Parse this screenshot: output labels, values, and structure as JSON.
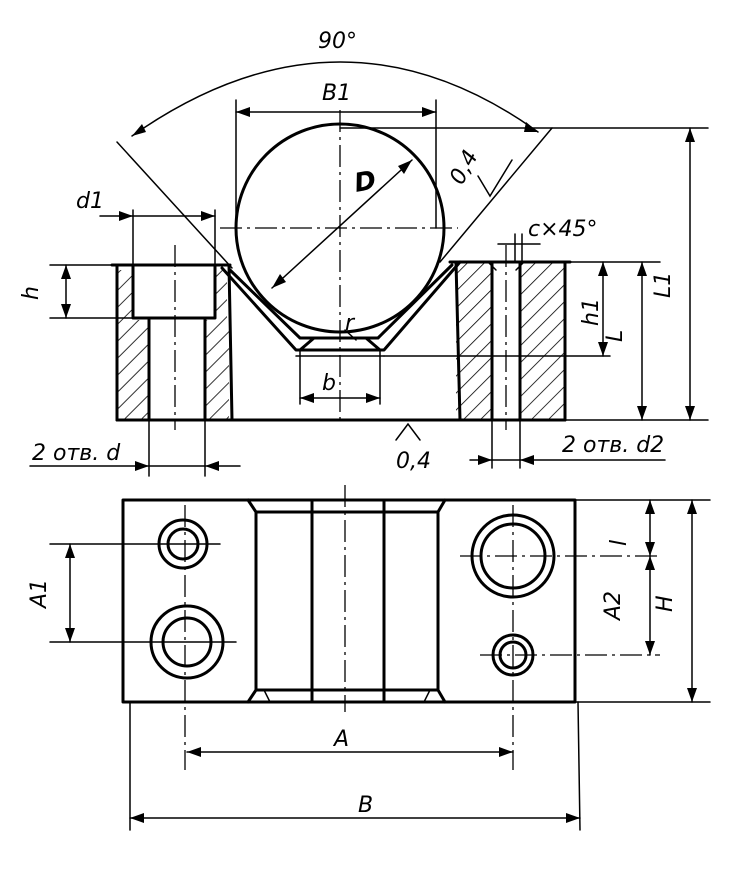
{
  "labels": {
    "angle": "90°",
    "b1": "B1",
    "diameter": "D",
    "roughness_top": "0,4",
    "chamfer": "c×45°",
    "d1": "d1",
    "h": "h",
    "h1": "h1",
    "l_height": "L",
    "l1": "L1",
    "r": "r",
    "b": "b",
    "roughness_bottom": "0,4",
    "holes_d": "2 отв. d",
    "holes_d2": "2 отв. d2",
    "a1": "A1",
    "a2": "A2",
    "l_small": "l",
    "h_height": "H",
    "a": "A",
    "b_width": "B"
  },
  "colors": {
    "ink": "#000000",
    "paper": "#ffffff"
  }
}
